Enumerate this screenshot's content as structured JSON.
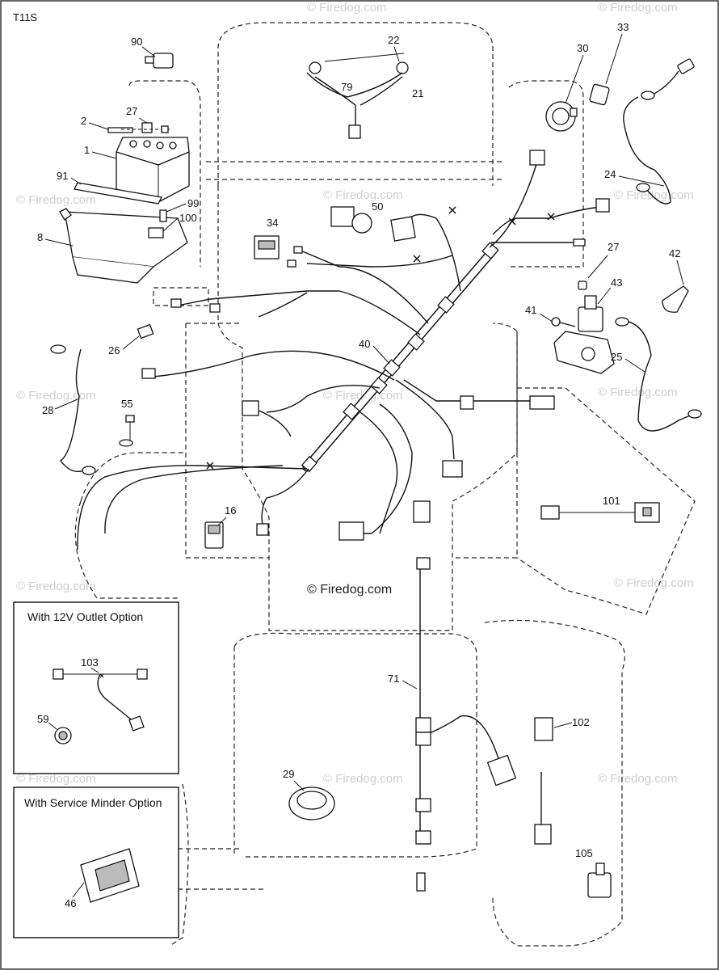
{
  "page_code": "T11S",
  "watermark": "© Firedog.com",
  "insets": {
    "outlet": {
      "title": "With 12V Outlet Option",
      "parts": [
        "103",
        "59"
      ]
    },
    "service_minder": {
      "title": "With Service Minder Option",
      "parts": [
        "46"
      ]
    }
  },
  "callouts": {
    "p90": "90",
    "p22": "22",
    "p79": "79",
    "p21": "21",
    "p30": "30",
    "p33": "33",
    "p27a": "27",
    "p2": "2",
    "p1": "1",
    "p91": "91",
    "p99": "99",
    "p100": "100",
    "p8": "8",
    "p50": "50",
    "p34": "34",
    "p24": "24",
    "p27b": "27",
    "p42": "42",
    "p43": "43",
    "p41": "41",
    "p26": "26",
    "p40": "40",
    "p25": "25",
    "p28": "28",
    "p55": "55",
    "p16": "16",
    "p101": "101",
    "p71": "71",
    "p102": "102",
    "p29": "29",
    "p105": "105",
    "p103": "103",
    "p59": "59",
    "p46": "46"
  }
}
